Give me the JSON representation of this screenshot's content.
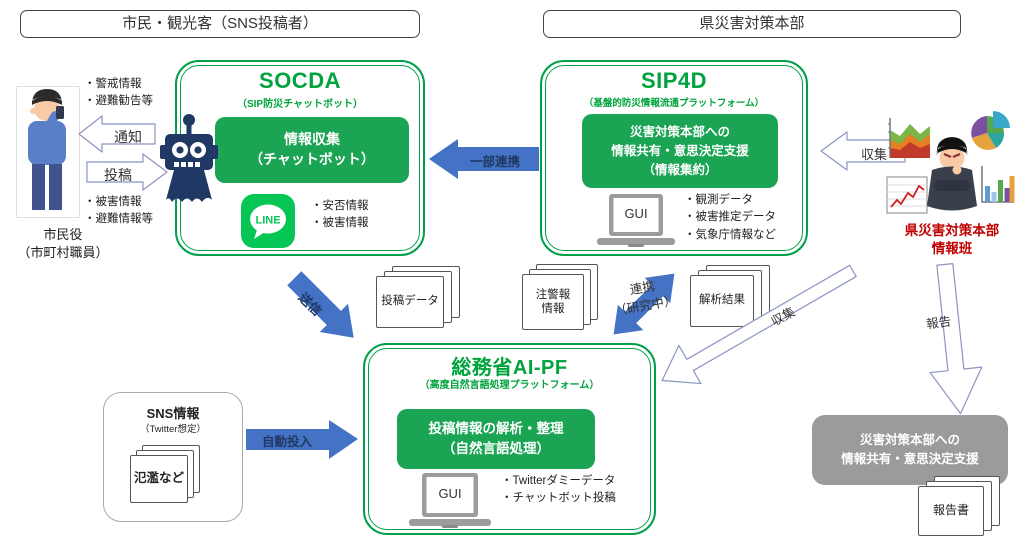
{
  "headers": {
    "citizens": "市民・観光客（SNS投稿者）",
    "prefecture": "県災害対策本部"
  },
  "citizen": {
    "notify_bullets": [
      "・警戒情報",
      "・避難勧告等"
    ],
    "notify_label": "通知",
    "post_label": "投稿",
    "post_bullets": [
      "・被害情報",
      "・避難情報等"
    ],
    "caption_line1": "市民役",
    "caption_line2": "（市町村職員）"
  },
  "socda": {
    "title": "SOCDA",
    "subtitle": "（SIP防災チャットボット）",
    "function_line1": "情報収集",
    "function_line2": "（チャットボット）",
    "line_icon_label": "LINE",
    "bullets": [
      "・安否情報",
      "・被害情報"
    ]
  },
  "sip4d": {
    "title": "SIP4D",
    "subtitle": "（基盤的防災情報流通プラットフォーム）",
    "function_line1": "災害対策本部への",
    "function_line2": "情報共有・意思決定支援",
    "function_line3": "（情報集約）",
    "gui_label": "GUI",
    "bullets": [
      "・観測データ",
      "・被害推定データ",
      "・気象庁情報など"
    ]
  },
  "aipf": {
    "title": "総務省AI-PF",
    "subtitle": "（高度自然言語処理プラットフォーム）",
    "function_line1": "投稿情報の解析・整理",
    "function_line2": "（自然言語処理）",
    "gui_label": "GUI",
    "bullets": [
      "・Twitterダミーデータ",
      "・チャットボット投稿"
    ]
  },
  "staff": {
    "caption_line1": "県災害対策本部",
    "caption_line2": "情報班"
  },
  "arrows": {
    "partial_link": "一部連携",
    "collect_right": "収集",
    "send": "送信",
    "link_line1": "連携",
    "link_line2": "（研究中）",
    "collect_diag": "収集",
    "report": "報告",
    "auto_input": "自動投入"
  },
  "documents": {
    "post_data": "投稿データ",
    "warning_line1": "注警報",
    "warning_line2": "情報",
    "analysis": "解析結果",
    "flood": "氾濫など",
    "report_doc": "報告書"
  },
  "sns_box": {
    "title": "SNS情報",
    "subtitle": "（Twitter想定）"
  },
  "gray_box": {
    "line1": "災害対策本部への",
    "line2": "情報共有・意思決定支援"
  },
  "colors": {
    "green_border": "#00A04B",
    "green_title": "#00A33C",
    "green_fill": "#1BA454",
    "line_green": "#06C755",
    "arrow_blue": "#4472C4",
    "label_navy": "#1F3864",
    "caption_red": "#C00000",
    "gray_box": "#9B9B9B"
  }
}
